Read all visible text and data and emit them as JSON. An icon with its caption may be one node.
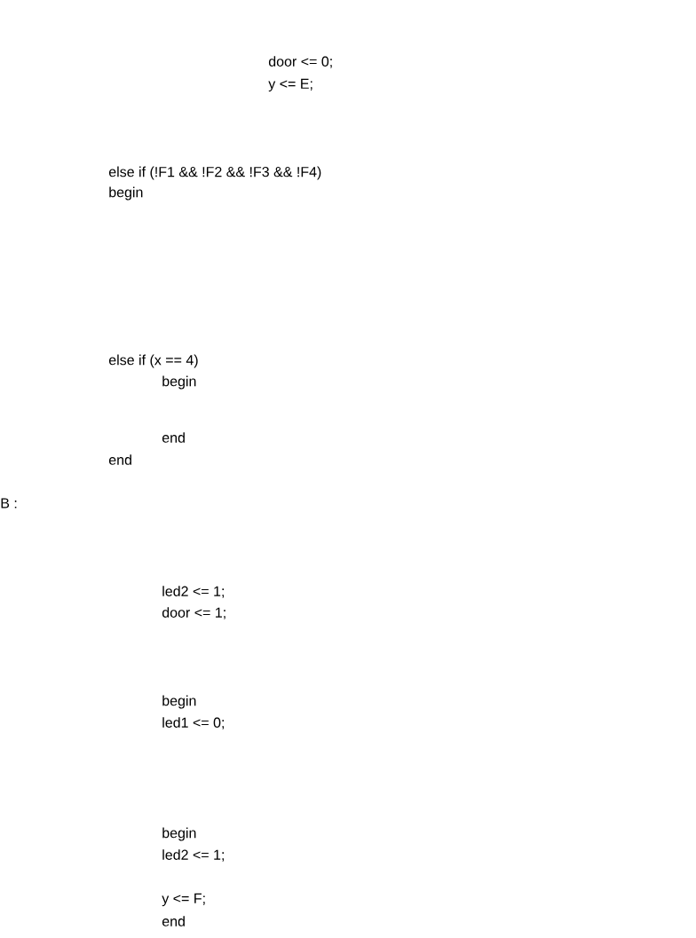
{
  "diagram": {
    "labels": [
      "door <= 0;",
      "y <= E;",
      "else if (!F1 && !F2 && !F3 && !F4)",
      "begin",
      "else if (x == 4)",
      "begin",
      "end",
      "end",
      "B :",
      "led2 <= 1;",
      "door <= 1;",
      "begin",
      "led1 <= 0;",
      "begin",
      "led2 <= 1;",
      "y <= F;",
      "end"
    ]
  }
}
